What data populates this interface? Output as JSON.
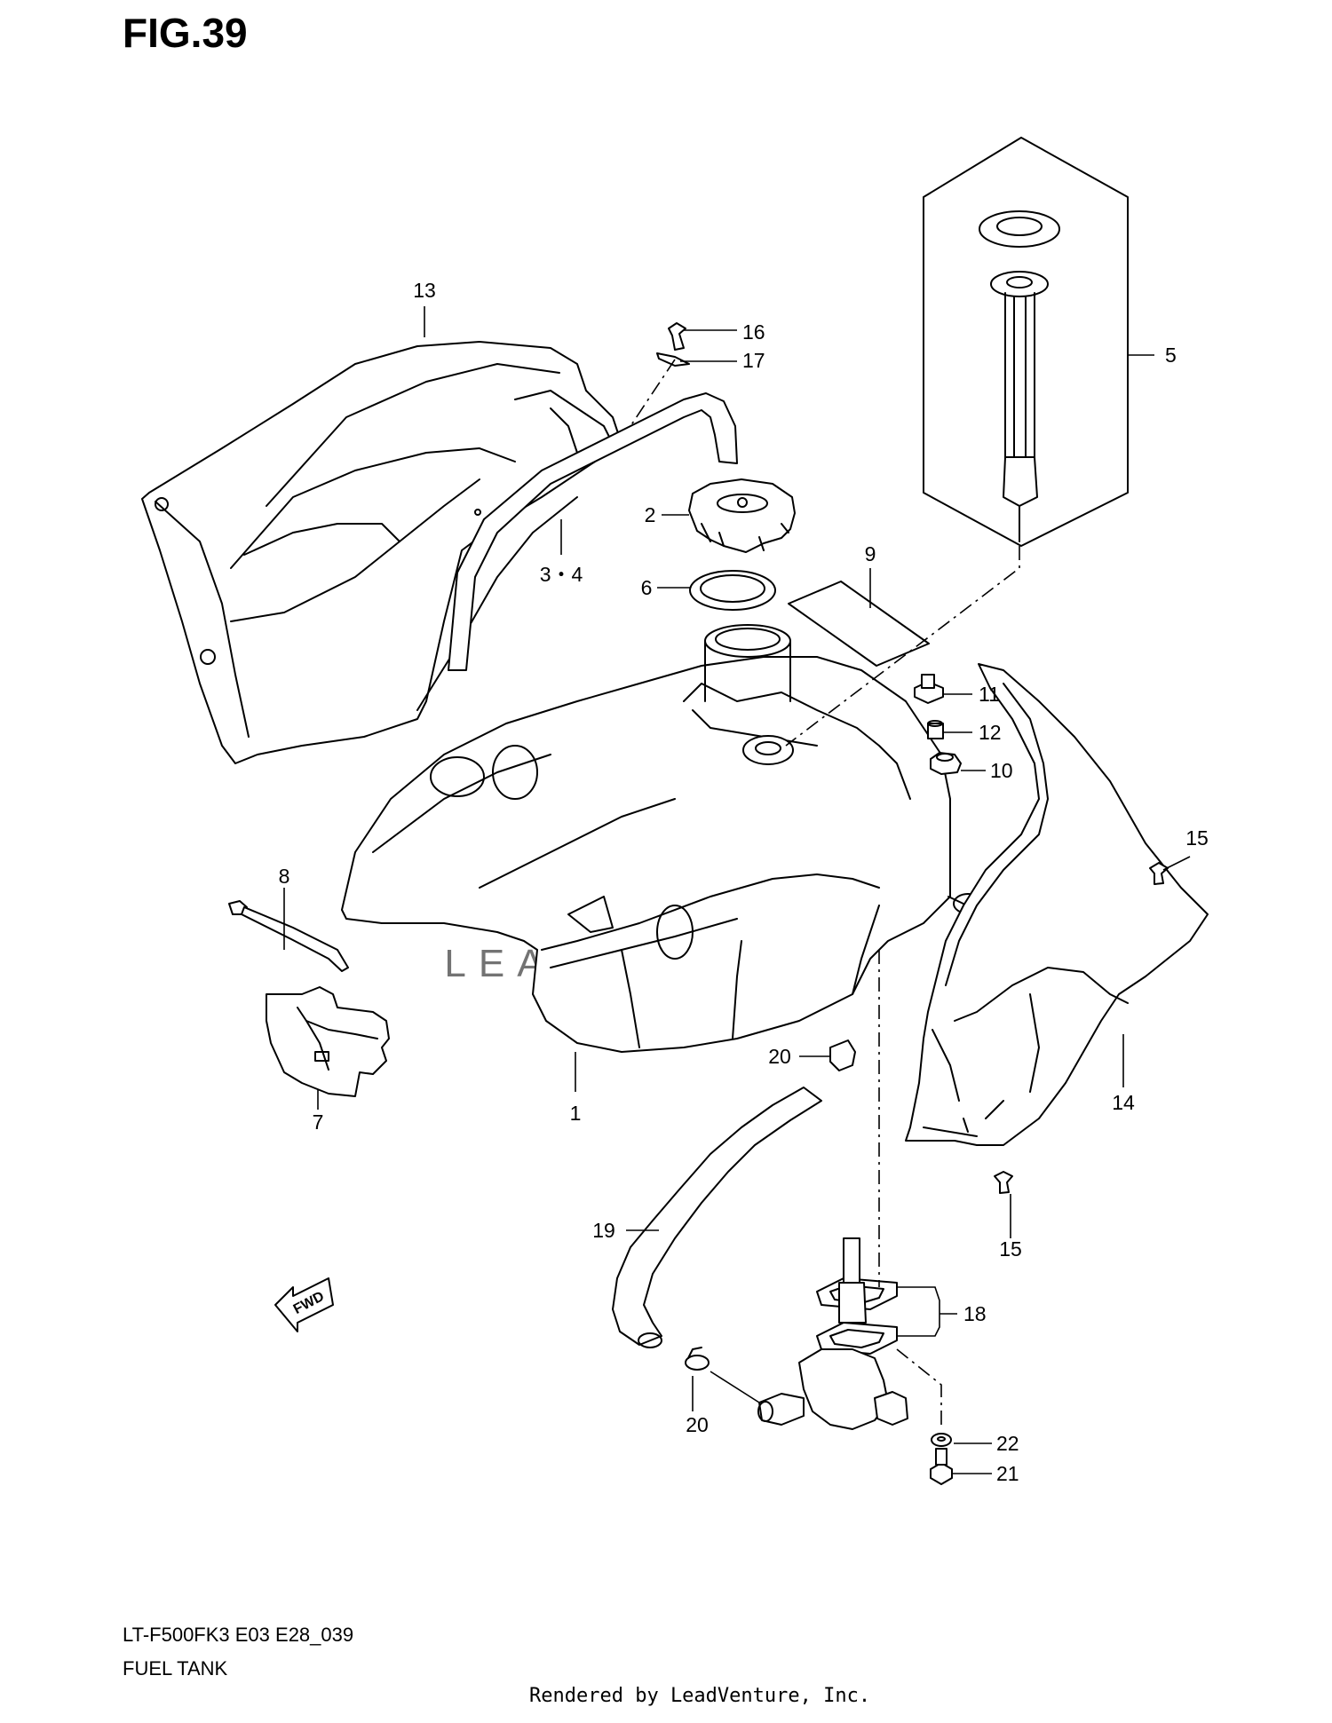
{
  "figure": {
    "title": "FIG.39",
    "model_code": "LT-F500FK3 E03 E28_039",
    "name": "FUEL TANK",
    "render_credit": "Rendered by LeadVenture, Inc.",
    "watermark": "LEADVENTURE"
  },
  "callouts": [
    {
      "id": "c1",
      "label": "1"
    },
    {
      "id": "c2",
      "label": "2"
    },
    {
      "id": "c34",
      "label": "3・4"
    },
    {
      "id": "c5",
      "label": "5"
    },
    {
      "id": "c6",
      "label": "6"
    },
    {
      "id": "c7",
      "label": "7"
    },
    {
      "id": "c8",
      "label": "8"
    },
    {
      "id": "c9",
      "label": "9"
    },
    {
      "id": "c10",
      "label": "10"
    },
    {
      "id": "c11",
      "label": "11"
    },
    {
      "id": "c12",
      "label": "12"
    },
    {
      "id": "c13",
      "label": "13"
    },
    {
      "id": "c14",
      "label": "14"
    },
    {
      "id": "c15a",
      "label": "15"
    },
    {
      "id": "c15b",
      "label": "15"
    },
    {
      "id": "c16",
      "label": "16"
    },
    {
      "id": "c17",
      "label": "17"
    },
    {
      "id": "c18",
      "label": "18"
    },
    {
      "id": "c19",
      "label": "19"
    },
    {
      "id": "c20a",
      "label": "20"
    },
    {
      "id": "c20b",
      "label": "20"
    },
    {
      "id": "c21",
      "label": "21"
    },
    {
      "id": "c22",
      "label": "22"
    }
  ],
  "fwd_arrow": {
    "label": "FWD"
  }
}
